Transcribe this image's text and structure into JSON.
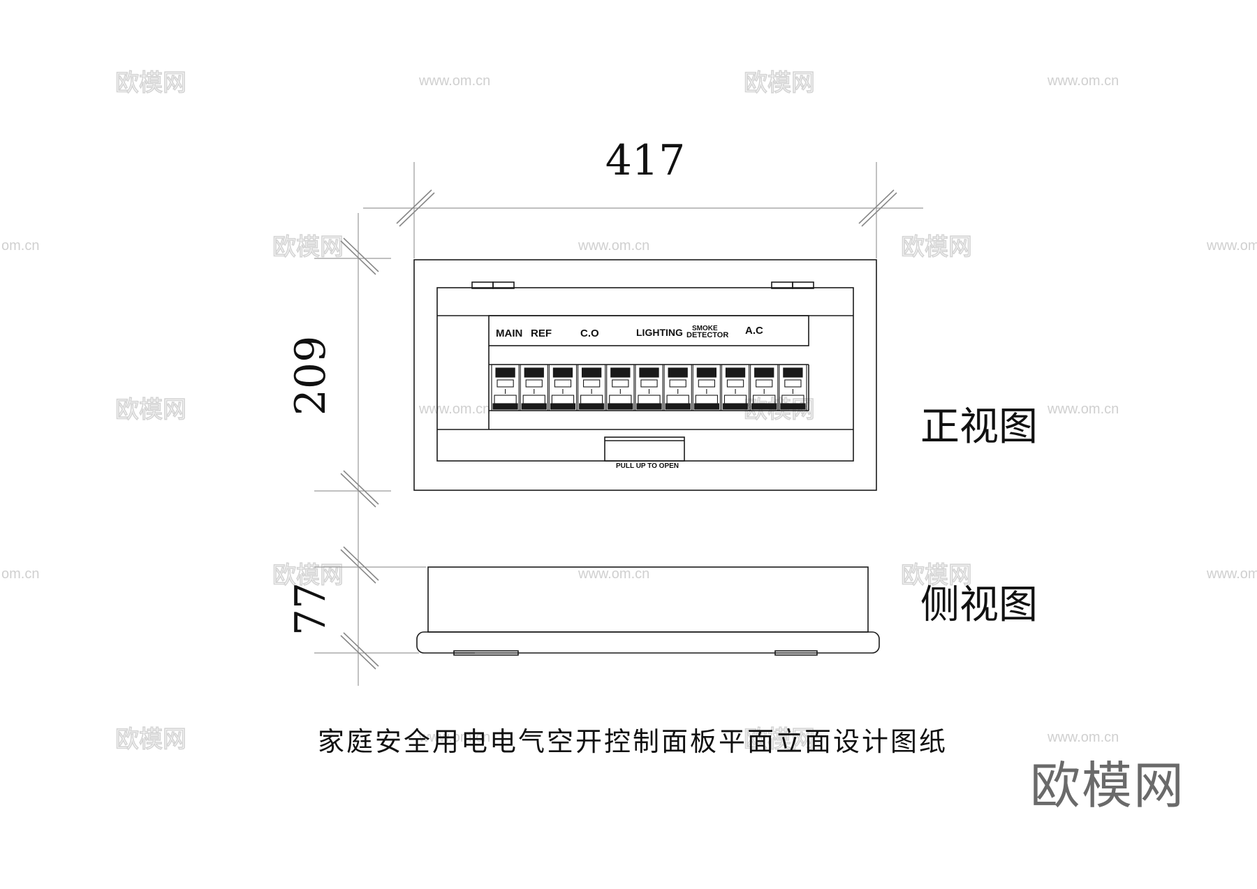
{
  "drawing": {
    "dim_width": "417",
    "dim_height": "209",
    "dim_depth": "77",
    "view_front": "正视图",
    "view_side": "侧视图",
    "title": "家庭安全用电电气空开控制面板平面立面设计图纸"
  },
  "panel": {
    "labels": {
      "main": "MAIN",
      "ref": "REF",
      "co": "C.O",
      "lighting": "LIGHTING",
      "smoke_1": "SMOKE",
      "smoke_2": "DETECTOR",
      "ac": "A.C"
    },
    "handle_text": "PULL UP TO OPEN",
    "breaker_count": 11
  },
  "watermark": {
    "brand": "欧模网",
    "url": "www.om.cn",
    "url_short": "om.cn"
  },
  "colors": {
    "line": "#1a1a1a",
    "dim_line": "#9a9a9a",
    "watermark": "#d4d4d4"
  }
}
